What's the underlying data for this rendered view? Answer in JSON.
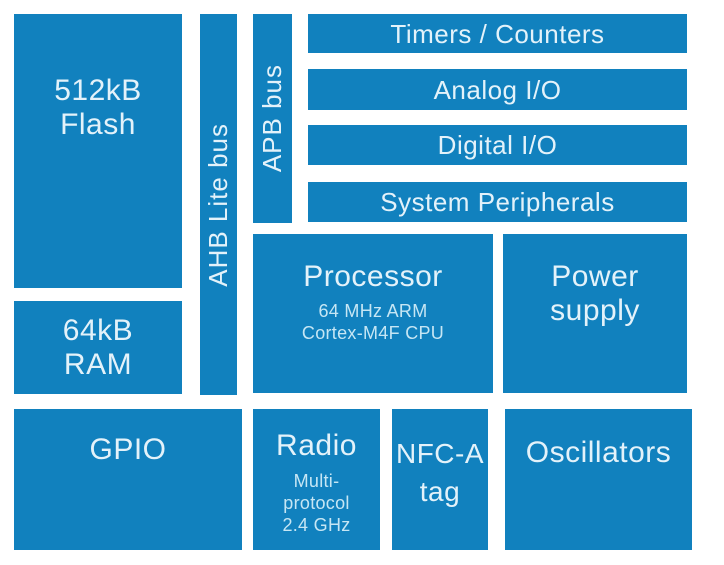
{
  "colors": {
    "block_fill": "#1181BE",
    "label_text": "#E3F2FA",
    "subtitle_text": "#C6E6F4",
    "background": "#FFFFFF"
  },
  "blocks": {
    "flash": {
      "lines": [
        "512kB",
        "Flash"
      ]
    },
    "ram": {
      "lines": [
        "64kB",
        "RAM"
      ]
    },
    "ahb_bus": {
      "label": "AHB Lite bus"
    },
    "apb_bus": {
      "label": "APB bus"
    },
    "peripheral_bars": [
      {
        "label": "Timers / Counters"
      },
      {
        "label": "Analog I/O"
      },
      {
        "label": "Digital I/O"
      },
      {
        "label": "System Peripherals"
      }
    ],
    "processor": {
      "title": "Processor",
      "subtitle_lines": [
        "64 MHz ARM",
        "Cortex-M4F CPU"
      ]
    },
    "power_supply": {
      "lines": [
        "Power",
        "supply"
      ]
    },
    "gpio": {
      "label": "GPIO"
    },
    "radio": {
      "title": "Radio",
      "subtitle_lines": [
        "Multi-",
        "protocol",
        "2.4 GHz"
      ]
    },
    "nfc": {
      "lines": [
        "NFC-A",
        "tag"
      ]
    },
    "oscillators": {
      "label": "Oscillators"
    }
  }
}
